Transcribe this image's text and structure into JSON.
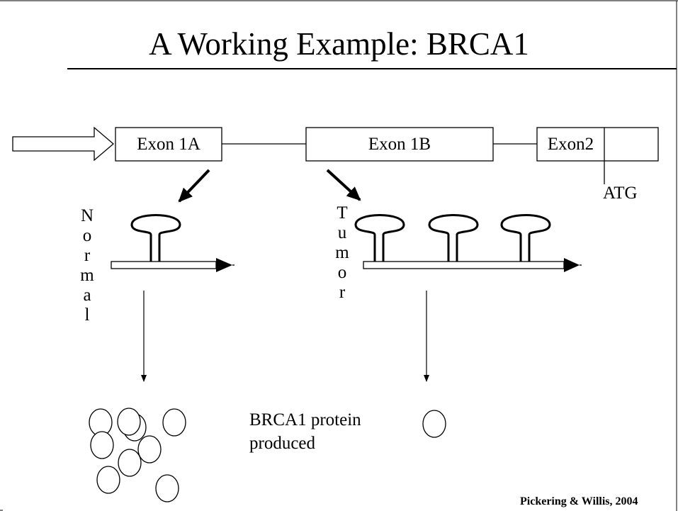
{
  "slide": {
    "title": "A Working Example: BRCA1",
    "citation": "Pickering & Willis, 2004"
  },
  "gene": {
    "exon_1a": "Exon 1A",
    "exon_1b": "Exon 1B",
    "exon_2": "Exon2",
    "start_codon": "ATG"
  },
  "panels": {
    "normal_label": "N\no\nr\nm\na\nl",
    "tumor_label": "T\nu\nm\no\nr",
    "normal_hairpins": 1,
    "tumor_hairpins": 3,
    "normal_proteins": 9,
    "tumor_proteins": 1
  },
  "caption": "BRCA1 protein produced",
  "colors": {
    "stroke": "#000000",
    "background": "#ffffff"
  }
}
